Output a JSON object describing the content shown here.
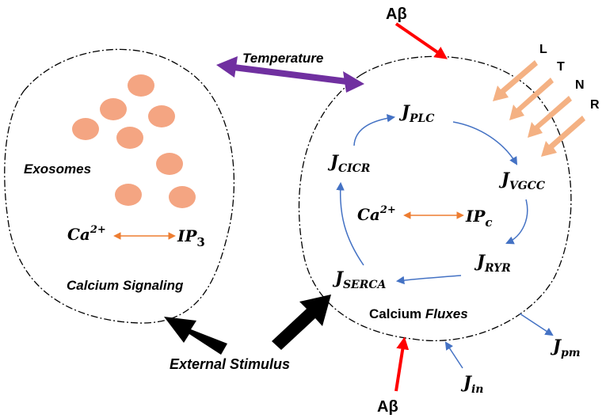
{
  "left_cell": {
    "exosomes_label": "Exosomes",
    "ca_label": "Ca",
    "ca_sup": "2+",
    "ip_label": "IP",
    "ip_sub": "3",
    "title": "Calcium Signaling"
  },
  "right_cell": {
    "j_plc": {
      "main": "J",
      "sub": "PLC"
    },
    "j_vgcc": {
      "main": "J",
      "sub": "VGCC"
    },
    "j_ryr": {
      "main": "J",
      "sub": "RYR"
    },
    "j_serca": {
      "main": "J",
      "sub": "SERCA"
    },
    "j_cicr": {
      "main": "J",
      "sub": "CICR"
    },
    "ca_label": "Ca",
    "ca_sup": "2+",
    "ip_label": "IP",
    "ip_sub": "c",
    "title_plain": "Calcium ",
    "title_italic": "Fluxes"
  },
  "outside": {
    "temperature": "Temperature",
    "external_stimulus": "External Stimulus",
    "abeta_top": "Aβ",
    "abeta_bottom": "Aβ",
    "j_pm": {
      "main": "J",
      "sub": "pm"
    },
    "j_in": {
      "main": "J",
      "sub": "in"
    },
    "ltnr": [
      "L",
      "T",
      "N",
      "R"
    ]
  },
  "colors": {
    "exosome": "#F4A582",
    "temperature_arrow": "#7030A0",
    "abeta_arrow": "#FF0000",
    "flux_arrow": "#4472C4",
    "ca_ip_arrow": "#ED7D31",
    "ltnr_arrow": "#F4B183",
    "stimulus_arrow": "#000000"
  }
}
